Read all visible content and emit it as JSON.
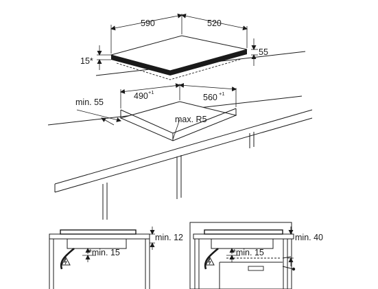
{
  "labels": {
    "width_hob": "590",
    "depth_hob": "520",
    "tilt": "15*",
    "hob_height": "55",
    "cutout_width": "490",
    "cutout_width_tol": "+1",
    "cutout_depth": "560",
    "cutout_depth_tol": "+1",
    "min_front_edge": "min. 55",
    "corner_radius": "max. R5",
    "min_above_left": "min. 12",
    "min_below_left": "*min. 15",
    "min_above_right": "min. 40",
    "min_below_right": "*min. 15"
  }
}
